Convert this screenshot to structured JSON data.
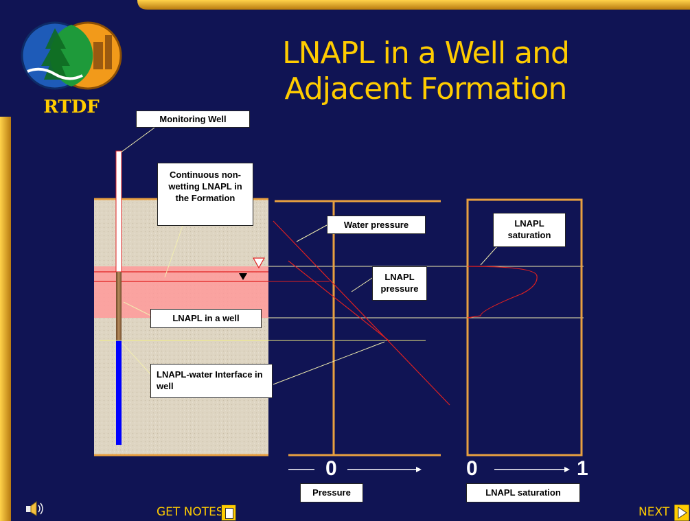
{
  "slide": {
    "title_line1": "LNAPL in a Well and",
    "title_line2": "Adjacent Formation",
    "logo_text": "RTDF",
    "colors": {
      "background": "#101454",
      "title": "#FFCC00",
      "frame": "#E8A040",
      "lnapl": "#FF9999",
      "water_well": "#0000FF"
    }
  },
  "labels": {
    "monitoring_well": "Monitoring Well",
    "continuous_lnapl": "Continuous non-wetting LNAPL in the Formation",
    "water_pressure": "Water pressure",
    "lnapl_pressure": "LNAPL pressure",
    "lnapl_saturation_curve": "LNAPL saturation",
    "lnapl_in_well": "LNAPL in a well",
    "interface": "LNAPL-water Interface in well"
  },
  "axes": {
    "pressure_zero": "0",
    "saturation_zero": "0",
    "saturation_one": "1",
    "pressure_label": "Pressure",
    "saturation_label": "LNAPL saturation"
  },
  "nav": {
    "get_notes": "GET NOTES",
    "next": "NEXT",
    "speaker_icon": "speaker-icon",
    "notes_icon": "document-icon",
    "next_icon": "play-arrow-icon"
  }
}
